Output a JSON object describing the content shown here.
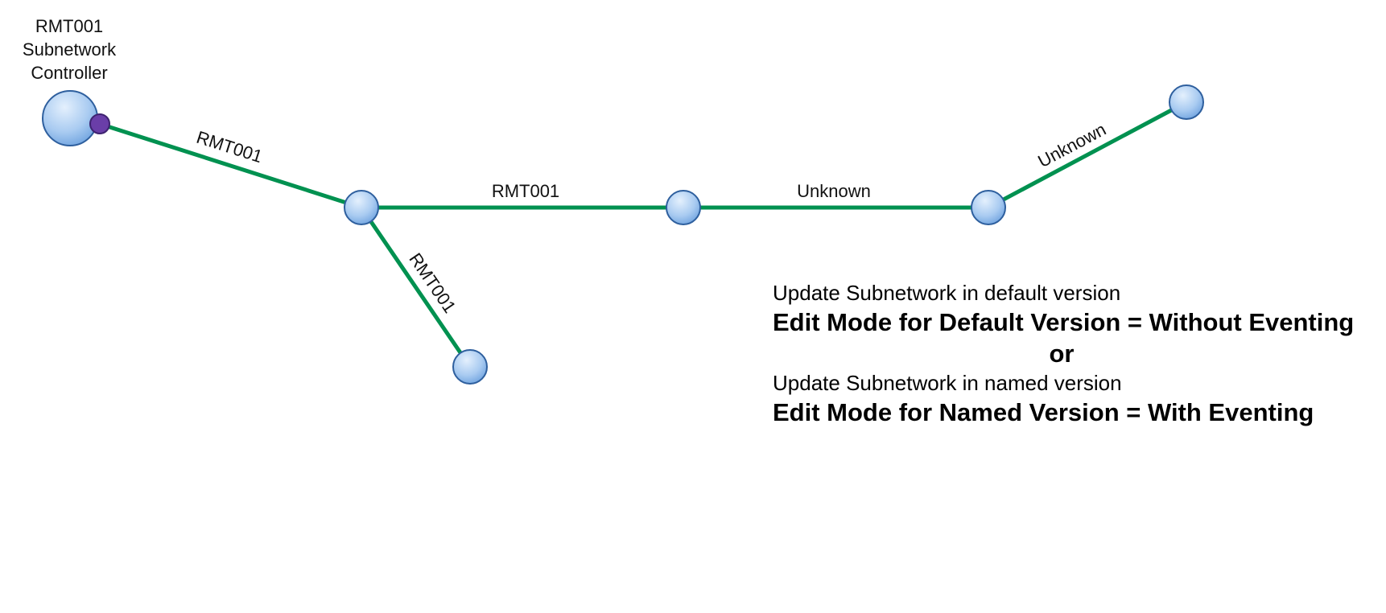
{
  "controller": {
    "label_lines": [
      "RMT001",
      "Subnetwork",
      "Controller"
    ]
  },
  "edges": {
    "e1": "RMT001",
    "e2": "RMT001",
    "e3": "RMT001",
    "e4": "Unknown",
    "e5": "Unknown"
  },
  "info": {
    "line1": "Update Subnetwork in default version",
    "line2": "Edit Mode for Default Version = Without Eventing",
    "line3": "or",
    "line4": "Update Subnetwork in named version",
    "line5": "Edit Mode for Named Version = With Eventing"
  },
  "colors": {
    "line": "#009150",
    "node_fill_light": "#d8e8fb",
    "node_fill_dark": "#7fb0e6",
    "node_stroke": "#2e5f9e",
    "controller_dot": "#6a3ea8"
  }
}
